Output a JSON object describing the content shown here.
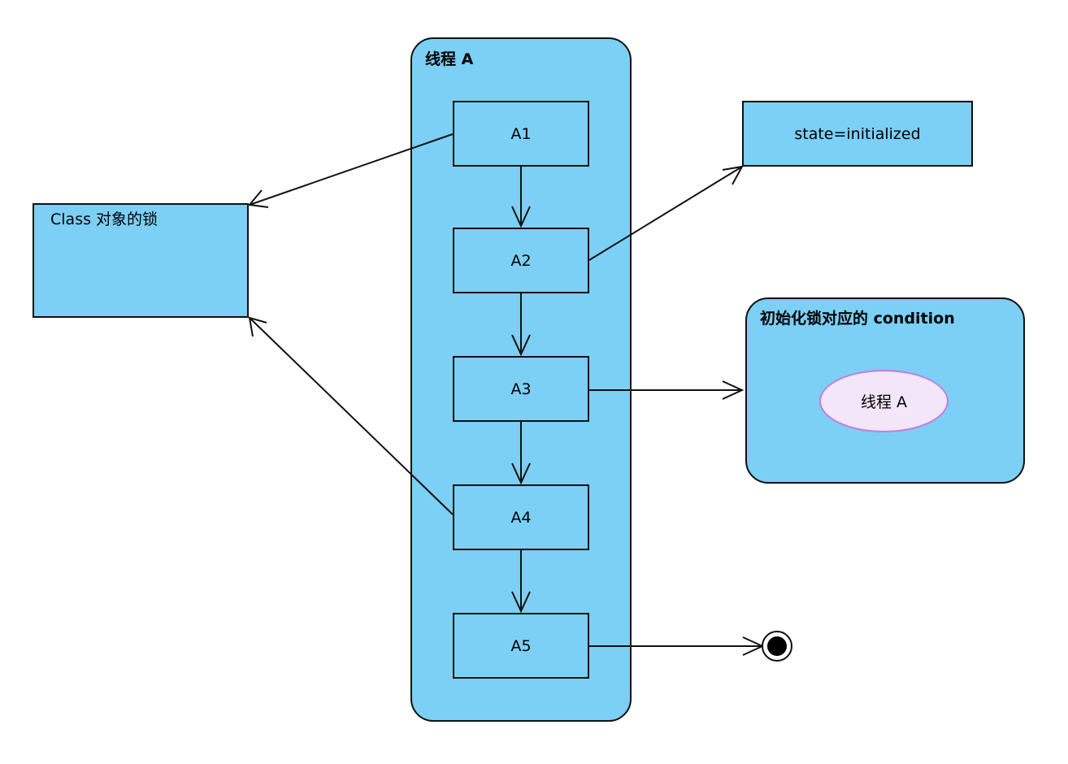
{
  "swimlane": {
    "title": "线程 A"
  },
  "actions": [
    {
      "id": "a1",
      "label": "A1"
    },
    {
      "id": "a2",
      "label": "A2"
    },
    {
      "id": "a3",
      "label": "A3"
    },
    {
      "id": "a4",
      "label": "A4"
    },
    {
      "id": "a5",
      "label": "A5"
    }
  ],
  "lock_frame": {
    "label": "Class 对象的锁"
  },
  "state_box": {
    "label": "state=initialized"
  },
  "condition": {
    "title": "初始化锁对应的 condition",
    "member": "线程 A"
  },
  "colors": {
    "fill": "#7ccff5",
    "ellipse_fill": "#f2e6f8",
    "ellipse_border": "#c27ddb",
    "stroke": "#111111"
  }
}
